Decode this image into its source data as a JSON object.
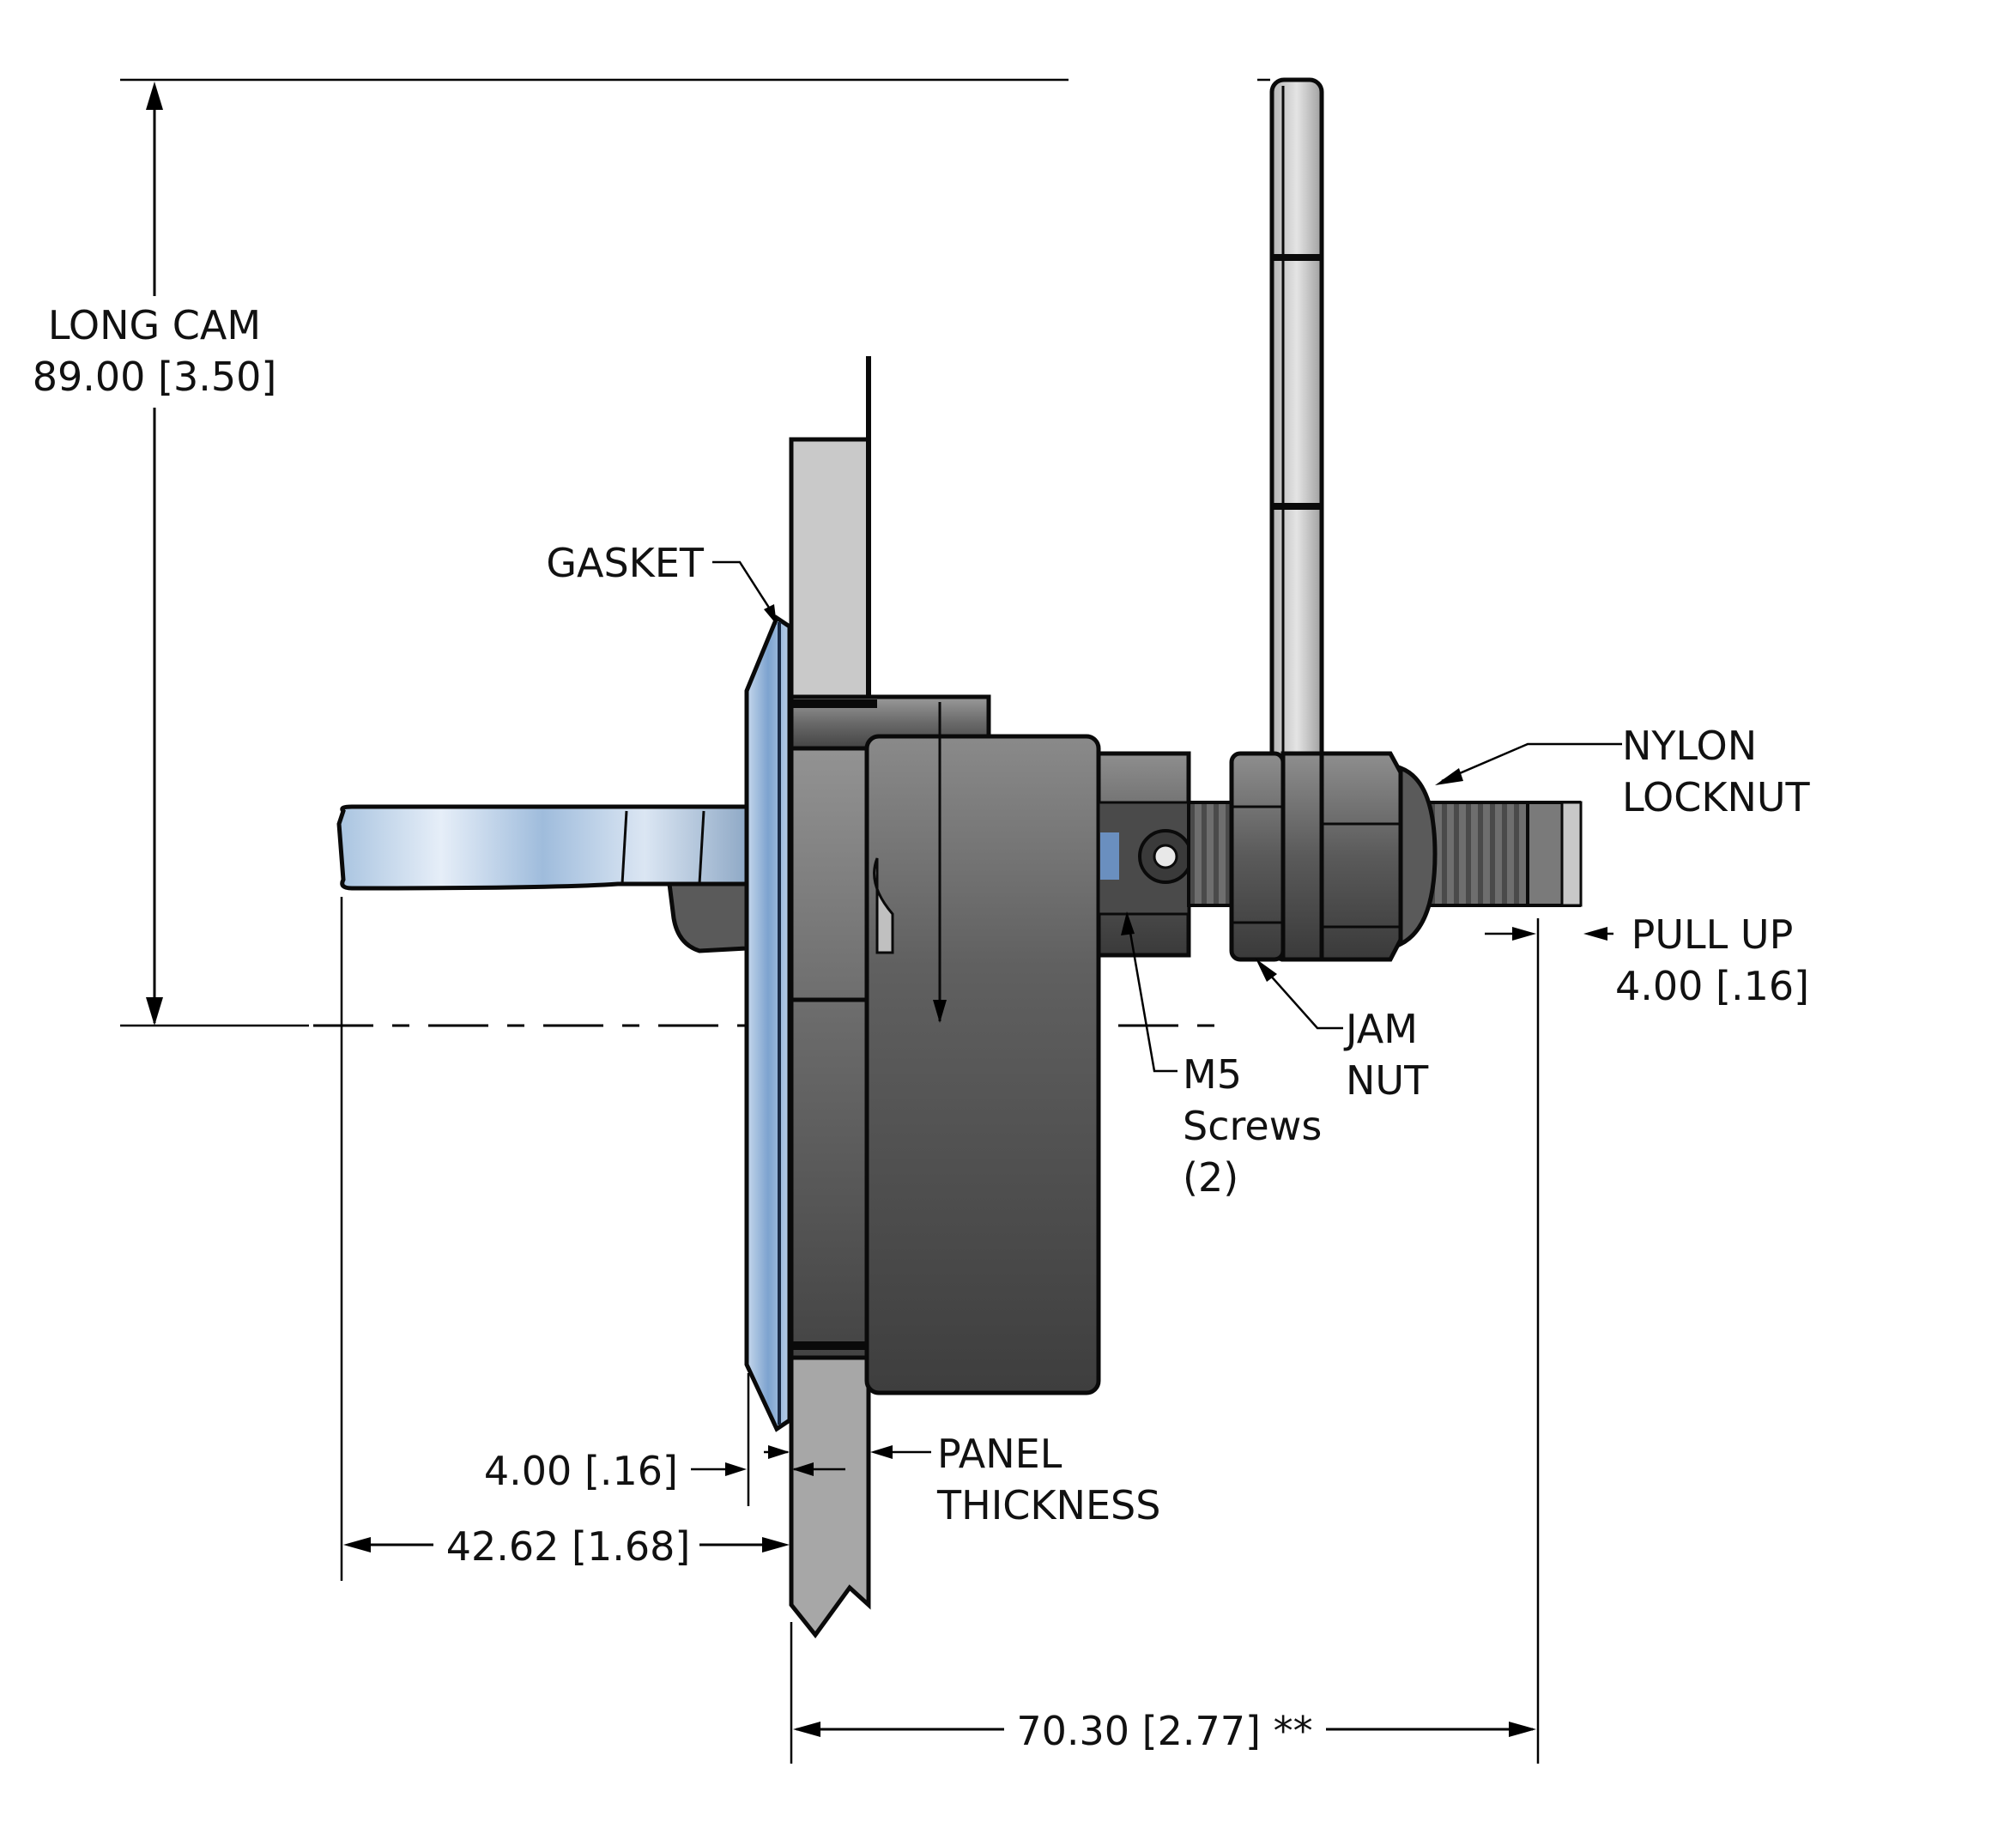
{
  "colors": {
    "line": "#000000",
    "steel_dark": "#4b4b4b",
    "steel_mid": "#8a8a8a",
    "steel_light": "#c9c9c9",
    "chrome_blue": "#b4cde6",
    "gasket_blue": "#8fb1d6"
  },
  "labels": {
    "long_cam": "LONG CAM",
    "long_cam_dim": "89.00 [3.50]",
    "gasket": "GASKET",
    "nylon": "NYLON",
    "locknut": "LOCKNUT",
    "pull_up": "PULL UP",
    "pull_up_dim": "4.00 [.16]",
    "jam": "JAM",
    "nut": "NUT",
    "m5": "M5",
    "screws": "Screws",
    "screws_qty": "(2)",
    "gasket_dim": "4.00 [.16]",
    "panel": "PANEL",
    "thickness": "THICKNESS",
    "handle_dim": "42.62 [1.68]",
    "overall_dim": "70.30 [2.77] **"
  }
}
